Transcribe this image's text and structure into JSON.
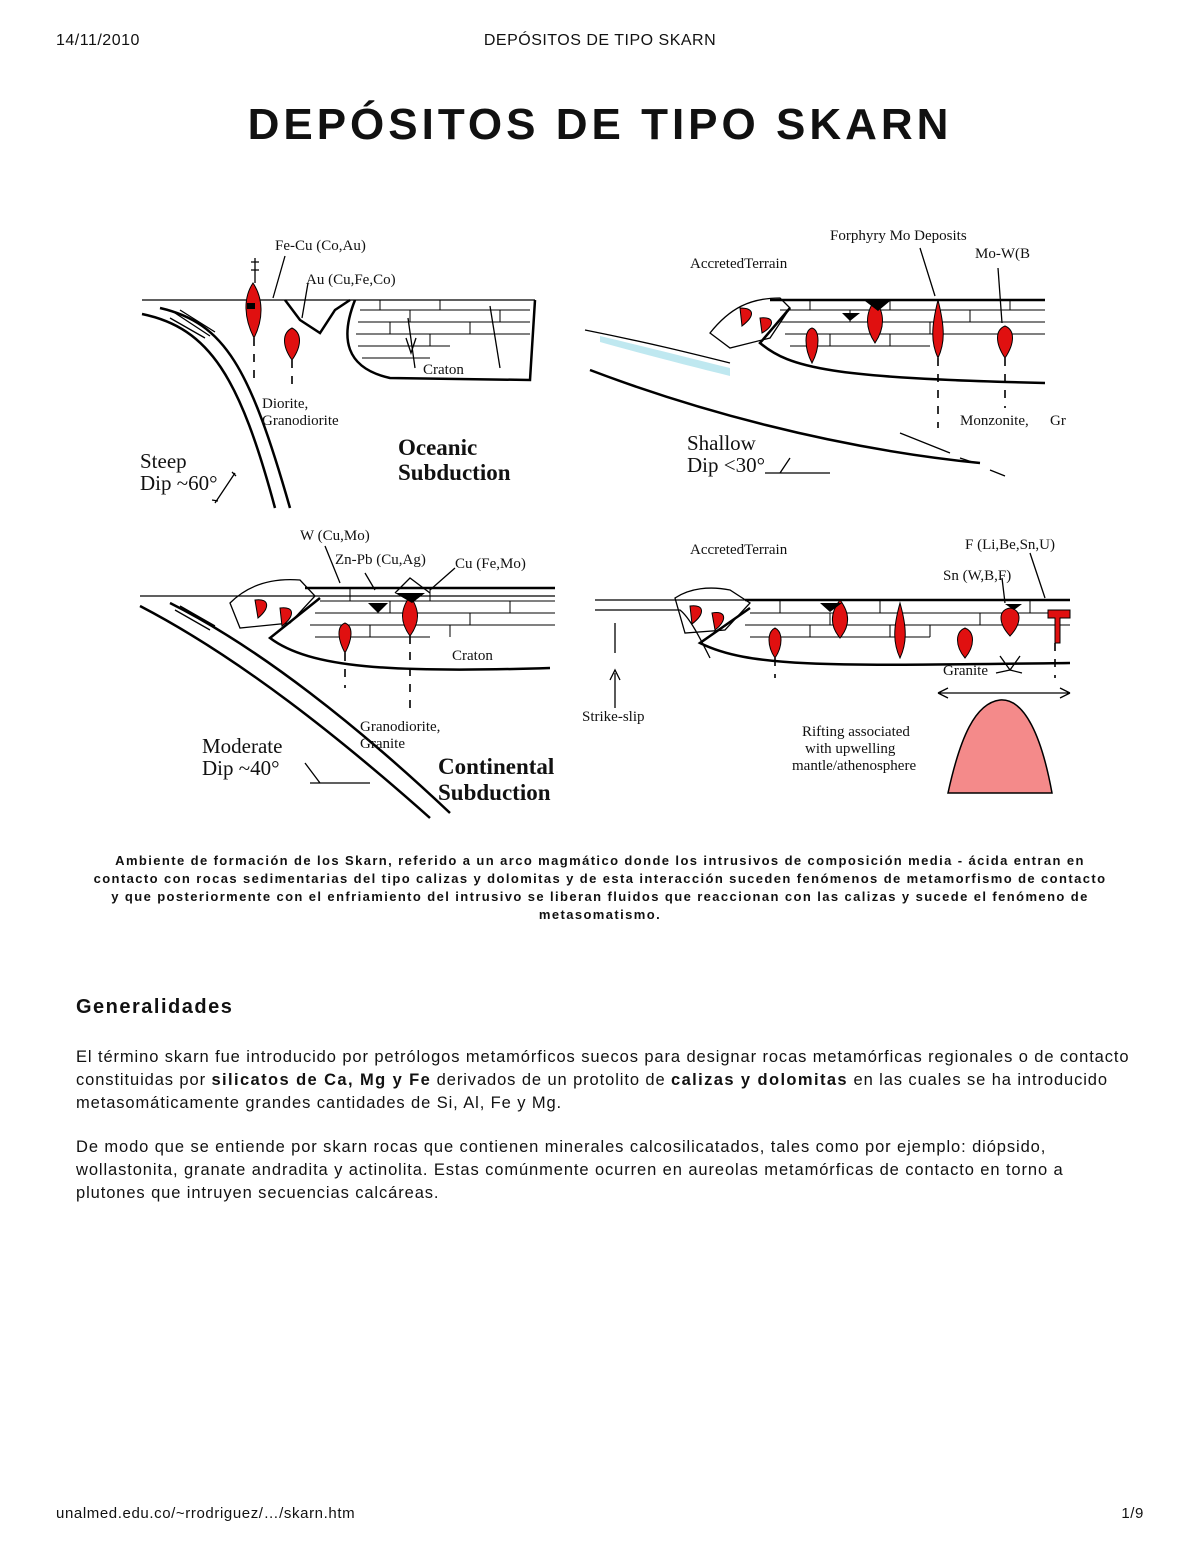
{
  "header": {
    "date": "14/11/2010",
    "title": "DEPÓSITOS DE TIPO SKARN"
  },
  "title": "DEPÓSITOS DE TIPO SKARN",
  "figure": {
    "oceanic": {
      "labels": [
        "Fe-Cu (Co,Au)",
        "Au (Cu,Fe,Co)",
        "Craton",
        "Diorite,",
        "Granodiorite",
        "Steep",
        "Dip ~60°"
      ],
      "title": [
        "Oceanic",
        "Subduction"
      ]
    },
    "shallow": {
      "labels": [
        "Forphyry Mo  Deposits",
        "Mo-W(B",
        "AccretedTerrain",
        "Monzonite,",
        "Gr",
        "Shallow",
        "Dip <30°"
      ]
    },
    "continental": {
      "labels": [
        "W (Cu,Mo)",
        "Zn-Pb (Cu,Ag)",
        "Cu (Fe,Mo)",
        "Craton",
        "Granodiorite,",
        "Granite",
        "Moderate",
        "Dip ~40°"
      ],
      "title": [
        "Continental",
        "Subduction"
      ]
    },
    "rifting": {
      "labels": [
        "AccretedTerrain",
        "F (Li,Be,Sn,U)",
        "Sn (W,B,F)",
        "Granite",
        "Strike-slip",
        "Rifting  associated",
        "with  upwelling",
        "mantle/athenosphere"
      ]
    },
    "colors": {
      "pluton": "#e01010",
      "mantle": "#f48a8a",
      "slab_fill": "#bfe8f0"
    }
  },
  "caption": "Ambiente de formación de los Skarn, referido a un arco magmático donde los intrusivos de composición media - ácida entran en contacto con rocas sedimentarias del tipo calizas y dolomitas y de esta interacción suceden fenómenos de metamorfismo de contacto y que posteriormente con el enfriamiento del intrusivo se liberan fluidos que reaccionan con las calizas y sucede el fenómeno de metasomatismo.",
  "section": {
    "heading": "Generalidades",
    "p1": {
      "a": "El término skarn fue introducido por petrólogos metamórficos suecos para designar rocas metamórficas regionales o de contacto constituidas por ",
      "b1": "silicatos de Ca, Mg y Fe",
      "c": " derivados de un protolito de ",
      "b2": "calizas y dolomitas",
      "d": " en las cuales se ha introducido metasomáticamente grandes cantidades de Si, Al, Fe y Mg."
    },
    "p2": "De modo que se entiende por skarn rocas que contienen minerales calcosilicatados, tales como por ejemplo: diópsido, wollastonita, granate andradita y actinolita.  Estas comúnmente ocurren en aureolas metamórficas de contacto en torno a plutones que intruyen secuencias calcáreas."
  },
  "footer": {
    "url": "unalmed.edu.co/~rrodriguez/…/skarn.htm",
    "page": "1/9"
  }
}
